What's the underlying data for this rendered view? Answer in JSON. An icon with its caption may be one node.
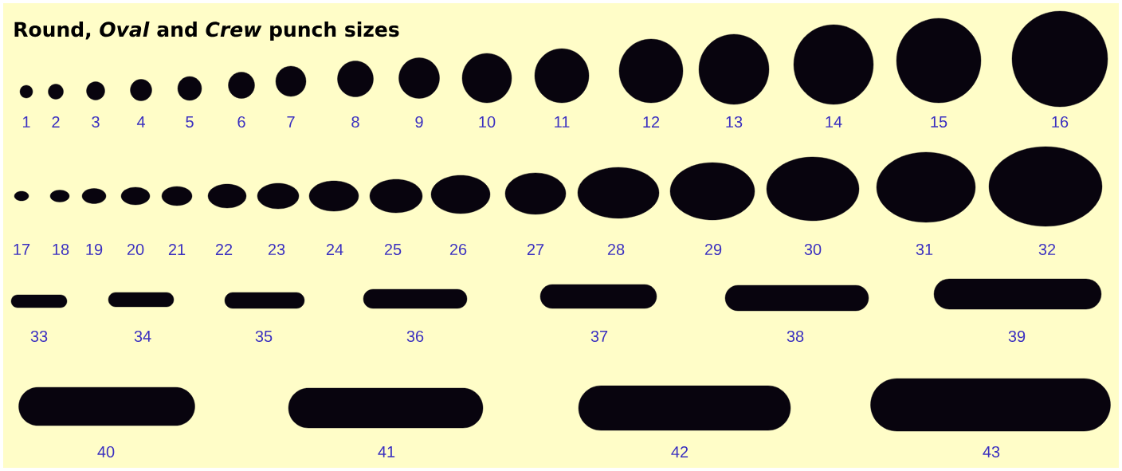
{
  "diagram": {
    "title": "Round, *Oval* and *Crew* punch sizes",
    "nodes": [
      {
        "text": [],
        "shape": "circle",
        "beside": [
          "1"
        ]
      },
      {
        "text": [],
        "shape": "circle",
        "beside": [
          "2"
        ]
      },
      {
        "text": [],
        "shape": "circle",
        "beside": [
          "3"
        ]
      },
      {
        "text": [],
        "shape": "circle",
        "beside": [
          "4"
        ]
      },
      {
        "text": [],
        "shape": "circle",
        "beside": [
          "5"
        ]
      },
      {
        "text": [],
        "shape": "circle",
        "beside": [
          "6"
        ]
      },
      {
        "text": [],
        "shape": "circle",
        "beside": [
          "7"
        ]
      },
      {
        "text": [],
        "shape": "circle",
        "beside": [
          "8"
        ]
      },
      {
        "text": [],
        "shape": "circle",
        "beside": [
          "9"
        ]
      },
      {
        "text": [],
        "shape": "circle",
        "beside": [
          "10"
        ]
      },
      {
        "text": [],
        "shape": "circle",
        "beside": [
          "11"
        ]
      },
      {
        "text": [],
        "shape": "circle",
        "beside": [
          "12"
        ]
      },
      {
        "text": [],
        "shape": "circle",
        "beside": [
          "13"
        ]
      },
      {
        "text": [],
        "shape": "circle",
        "beside": [
          "14"
        ]
      },
      {
        "text": [],
        "shape": "circle",
        "beside": [
          "15"
        ]
      },
      {
        "text": [],
        "shape": "circle",
        "beside": [
          "16"
        ]
      },
      {
        "text": [],
        "shape": "ellipse",
        "beside": [
          "17"
        ]
      },
      {
        "text": [],
        "shape": "ellipse",
        "beside": [
          "18"
        ]
      },
      {
        "text": [],
        "shape": "ellipse",
        "beside": [
          "19"
        ]
      },
      {
        "text": [],
        "shape": "ellipse",
        "beside": [
          "20"
        ]
      },
      {
        "text": [],
        "shape": "ellipse",
        "beside": [
          "21"
        ]
      },
      {
        "text": [],
        "shape": "ellipse",
        "beside": [
          "22"
        ]
      },
      {
        "text": [],
        "shape": "ellipse",
        "beside": [
          "23"
        ]
      },
      {
        "text": [],
        "shape": "ellipse",
        "beside": [
          "24"
        ]
      },
      {
        "text": [],
        "shape": "ellipse",
        "beside": [
          "25"
        ]
      },
      {
        "text": [],
        "shape": "ellipse",
        "beside": [
          "26"
        ]
      },
      {
        "text": [],
        "shape": "ellipse",
        "beside": [
          "27"
        ]
      },
      {
        "text": [],
        "shape": "ellipse",
        "beside": [
          "28"
        ]
      },
      {
        "text": [],
        "shape": "ellipse",
        "beside": [
          "29"
        ]
      },
      {
        "text": [],
        "shape": "ellipse",
        "beside": [
          "30"
        ]
      },
      {
        "text": [],
        "shape": "ellipse",
        "beside": [
          "31"
        ]
      },
      {
        "text": [],
        "shape": "ellipse",
        "beside": [
          "32"
        ]
      },
      {
        "text": [],
        "shape": "bar",
        "beside": [
          "33"
        ]
      },
      {
        "text": [],
        "shape": "bar",
        "beside": [
          "34"
        ]
      },
      {
        "text": [],
        "shape": "bar",
        "beside": [
          "35"
        ]
      },
      {
        "text": [],
        "shape": "bar",
        "beside": [
          "36"
        ]
      },
      {
        "text": [],
        "shape": "bar",
        "beside": [
          "37"
        ]
      },
      {
        "text": [],
        "shape": "bar",
        "beside": [
          "38"
        ]
      },
      {
        "text": [],
        "shape": "bar",
        "beside": [
          "39"
        ]
      },
      {
        "text": [],
        "shape": "bar",
        "beside": [
          "40"
        ]
      },
      {
        "text": [],
        "shape": "bar",
        "beside": [
          "41"
        ]
      },
      {
        "text": [],
        "shape": "bar",
        "beside": [
          "42"
        ]
      },
      {
        "text": [],
        "shape": "bar",
        "beside": [
          "43"
        ]
      }
    ]
  }
}
